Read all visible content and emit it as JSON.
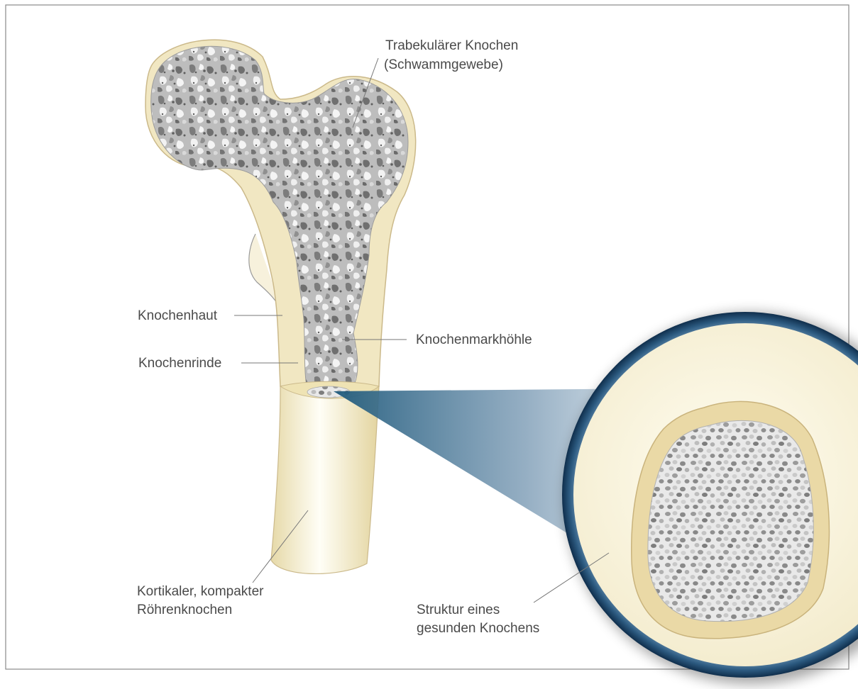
{
  "labels": {
    "trabecular_line1": "Trabekulärer Knochen",
    "trabecular_line2": "(Schwammgewebe)",
    "periosteum": "Knochenhaut",
    "cortex": "Knochenrinde",
    "marrow_cavity": "Knochenmarkhöhle",
    "cortical_line1": "Kortikaler, kompakter",
    "cortical_line2": "Röhrenknochen",
    "structure_line1": "Struktur eines",
    "structure_line2": "gesunden Knochens"
  },
  "colors": {
    "cortical_bone": "#f1e7c2",
    "cortical_edge": "#cbb98a",
    "sponge_bg": "#f4f4f4",
    "sponge_dark": "#8e8e8e",
    "sponge_mid": "#b4b4b4",
    "ring_blue": "#173c5e",
    "beam_blue": "#2c6788",
    "frame": "#8a8a8a"
  }
}
